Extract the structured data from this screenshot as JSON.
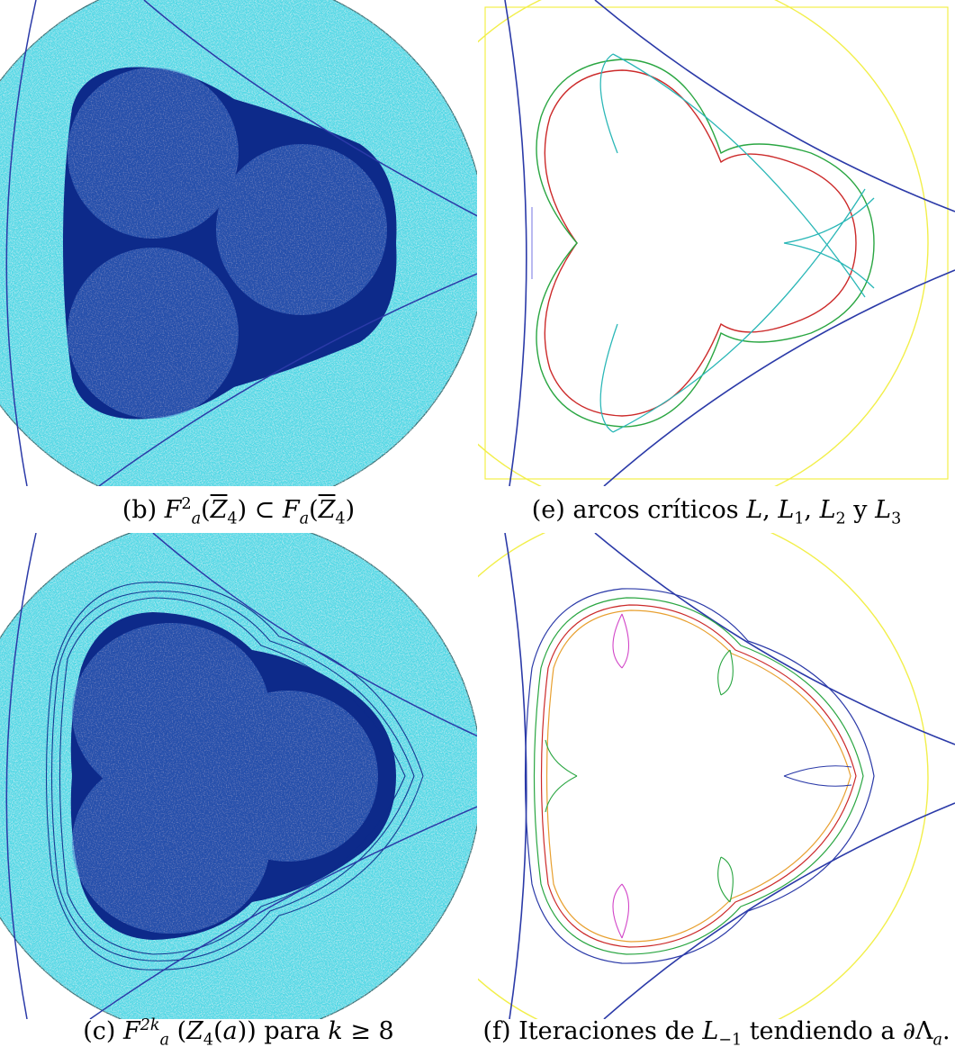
{
  "figure": {
    "panels": [
      {
        "id": "b",
        "kind": "filled-dark-triangle-on-light-disk"
      },
      {
        "id": "e",
        "kind": "critical-arcs"
      },
      {
        "id": "c",
        "kind": "filled-triangle-with-orbit-curves"
      },
      {
        "id": "f",
        "kind": "iterated-arcs"
      }
    ],
    "captions": {
      "b": {
        "label": "(b)",
        "F": "F",
        "sub_a": "a",
        "sup_2": "2",
        "Z": "Z",
        "sub_4": "4",
        "subset": "⊂"
      },
      "e": {
        "label": "(e)",
        "text": "arcos críticos",
        "L": "L",
        "L1_sub": "1",
        "L2_sub": "2",
        "y": "y",
        "L3_sub": "3"
      },
      "c": {
        "label": "(c)",
        "F": "F",
        "sub_a": "a",
        "sup_2k": "2k",
        "Z": "Z",
        "sub_4": "4",
        "arg": "a",
        "para": "para",
        "k": "k",
        "geq": "≥",
        "n": "8"
      },
      "f": {
        "label": "(f)",
        "text": "Iteraciones de",
        "L": "L",
        "sub": "−1",
        "text2": "tendiendo a",
        "partial": "∂",
        "Lambda": "Λ",
        "sub_a": "a",
        "end": "."
      }
    }
  },
  "colors": {
    "disk_fill": "#56d9e6",
    "dark_blue": "#0d2a8a",
    "curve_blue": "#2b3aa8",
    "yellow": "#f2ef4a",
    "red": "#cc2a2a",
    "green": "#2aa642",
    "cyan_arc": "#2ab7b7",
    "magenta": "#d246c8",
    "orange": "#e8a030"
  }
}
